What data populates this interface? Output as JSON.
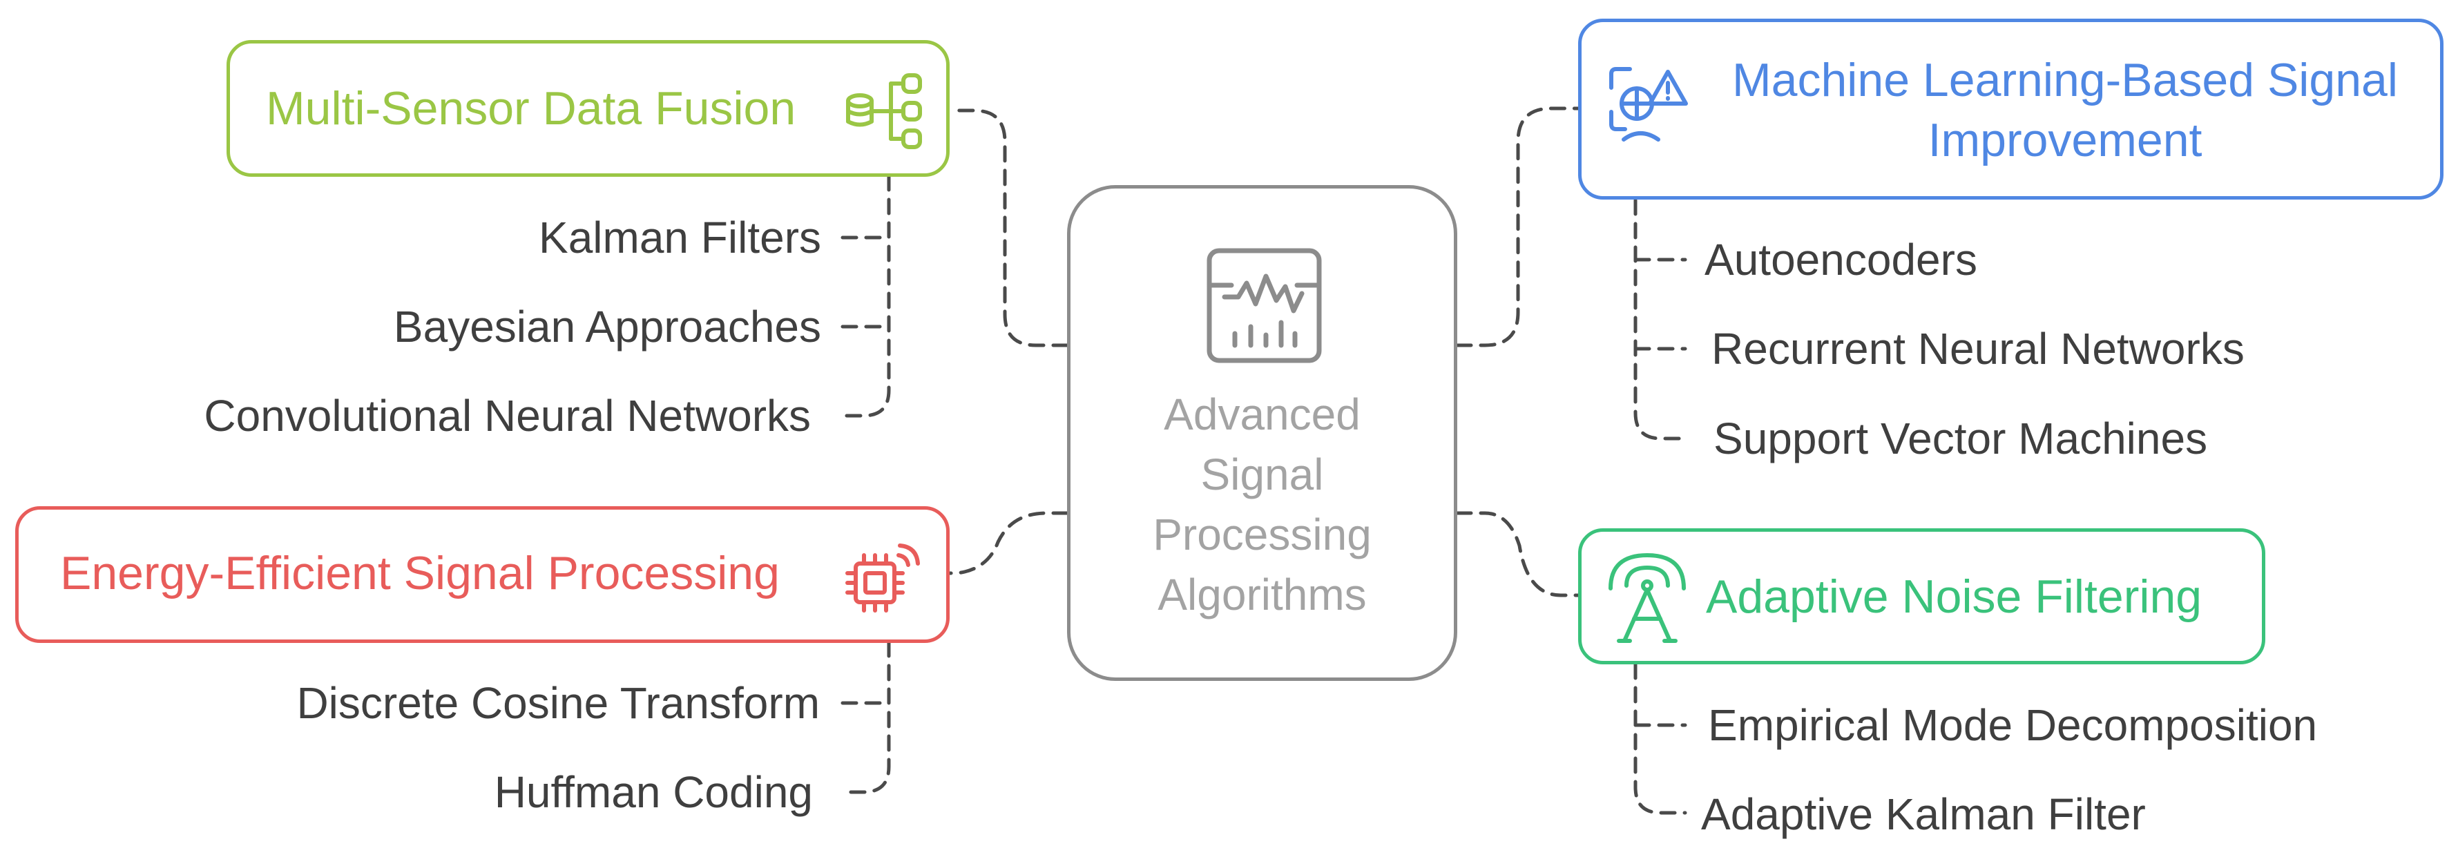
{
  "center": {
    "title_lines": [
      "Advanced",
      "Signal",
      "Processing",
      "Algorithms"
    ],
    "icon": "signal-monitor-icon",
    "color": "#8c8c8c"
  },
  "branches": [
    {
      "key": "fusion",
      "title": "Multi-Sensor Data Fusion",
      "icon": "database-network-icon",
      "color": "#9ac645",
      "items": [
        "Kalman Filters",
        "Bayesian Approaches",
        "Convolutional Neural Networks"
      ]
    },
    {
      "key": "energy",
      "title": "Energy-Efficient Signal Processing",
      "icon": "wireless-chip-icon",
      "color": "#e85c5a",
      "items": [
        "Discrete Cosine Transform",
        "Huffman Coding"
      ]
    },
    {
      "key": "ml",
      "title_lines": [
        "Machine Learning-Based Signal",
        "Improvement"
      ],
      "icon": "ai-warning-icon",
      "color": "#4f87e3",
      "items": [
        "Autoencoders",
        "Recurrent Neural Networks",
        "Support Vector Machines"
      ]
    },
    {
      "key": "noise",
      "title": "Adaptive Noise Filtering",
      "icon": "antenna-broadcast-icon",
      "color": "#3ac27b",
      "items": [
        "Empirical Mode Decomposition",
        "Adaptive Kalman Filter"
      ]
    }
  ]
}
